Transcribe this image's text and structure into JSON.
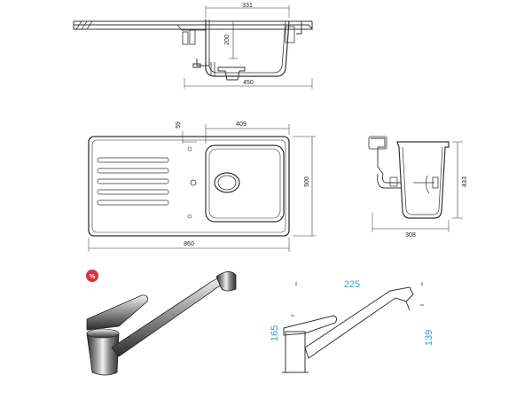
{
  "top_view": {
    "dims": {
      "width_top": "331",
      "depth": "200",
      "width_bottom": "450"
    }
  },
  "plan_view": {
    "dims": {
      "offset": "59",
      "bowl_width": "409",
      "height": "500",
      "total_length": "860"
    }
  },
  "side_view": {
    "dims": {
      "depth": "433",
      "width": "308"
    }
  },
  "faucet": {
    "badge": "%",
    "dims": {
      "reach": "225",
      "height_left": "165",
      "height_right": "139"
    },
    "accent": "#3aa6b9",
    "badge_color": "#e0303a"
  }
}
